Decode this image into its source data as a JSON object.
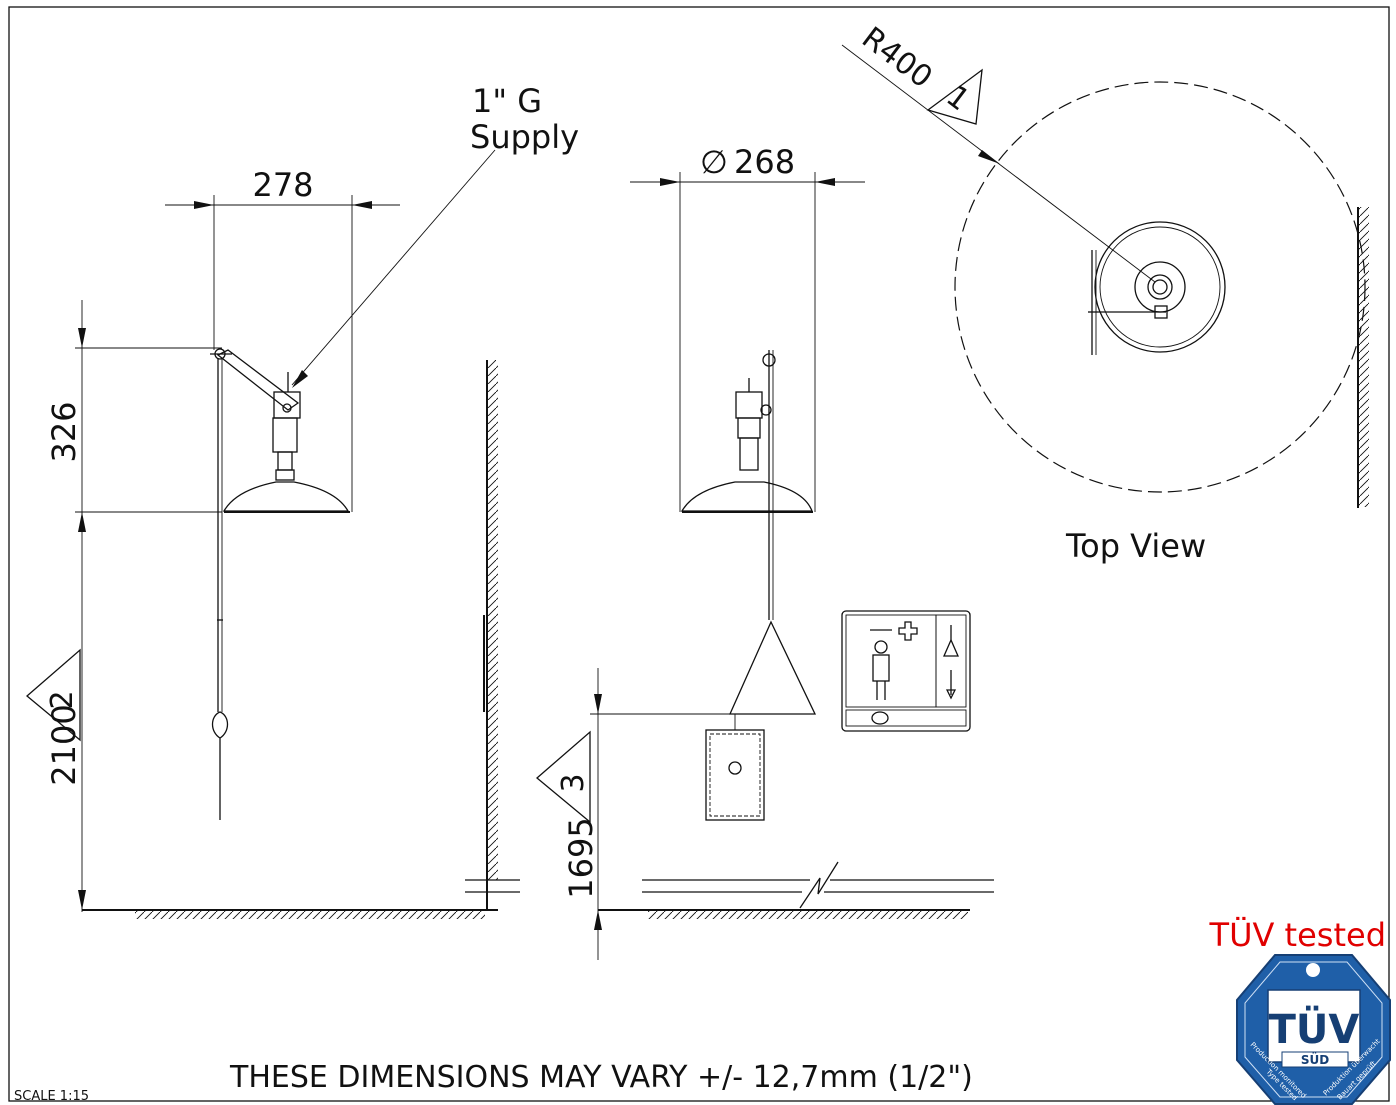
{
  "dimensions": {
    "width_278": "278",
    "diameter_268": "268",
    "height_326": "326",
    "height_2100": "2100",
    "height_1695": "1695",
    "radius_r400": "R400"
  },
  "callouts": {
    "supply_line1": "1\" G",
    "supply_line2": "Supply",
    "diameter_symbol": "∅"
  },
  "revision_triangles": {
    "tri_1": "1",
    "tri_2": "2",
    "tri_3": "3"
  },
  "views": {
    "top_view_label": "Top View"
  },
  "notes": {
    "tolerance_note": "THESE DIMENSIONS MAY VARY +/- 12,7mm (1/2\")",
    "scale": "SCALE 1:15"
  },
  "certification": {
    "tested_label": "TÜV tested",
    "tested_color": "#e00000",
    "badge_brand": "TÜV",
    "badge_sub": "SÜD",
    "badge_ring_left": "Production monitored",
    "badge_ring_left2": "Type tested",
    "badge_ring_right": "Produktion überwacht",
    "badge_ring_right2": "Bauart geprüft",
    "badge_color": "#1f5fa8"
  }
}
